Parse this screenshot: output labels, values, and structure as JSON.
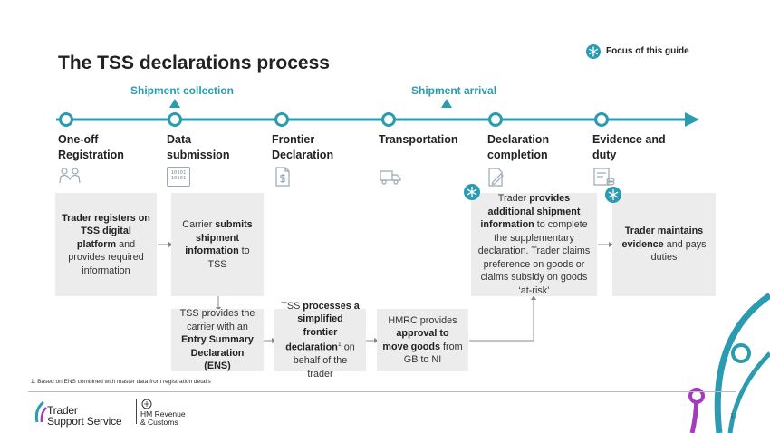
{
  "title": "The TSS declarations process",
  "legend": {
    "focus_label": "Focus of this guide"
  },
  "markers": {
    "collection": "Shipment collection",
    "arrival": "Shipment arrival"
  },
  "stages": [
    {
      "line1": "One-off",
      "line2": "Registration"
    },
    {
      "line1": "Data",
      "line2": "submission"
    },
    {
      "line1": "Frontier",
      "line2": "Declaration"
    },
    {
      "line1": "Transportation",
      "line2": ""
    },
    {
      "line1": "Declaration",
      "line2": "completion"
    },
    {
      "line1": "Evidence and",
      "line2": "duty"
    }
  ],
  "boxes": {
    "registration": {
      "b1": "Trader registers on TSS digital platform",
      "t1": " and provides required information"
    },
    "data_submission": {
      "t0": "Carrier ",
      "b1": "submits shipment information",
      "t1": " to TSS"
    },
    "declaration_completion": {
      "t0": "Trader ",
      "b1": "provides additional shipment information",
      "t1": " to complete the supplementary declaration. Trader claims preference on goods or claims subsidy on goods ‘at-risk’"
    },
    "evidence": {
      "b1": "Trader maintains evidence",
      "t1": " and pays duties"
    },
    "ens": {
      "t0": "TSS provides the carrier with an ",
      "b1": "Entry Summary Declaration (ENS)"
    },
    "frontier": {
      "t0": "TSS ",
      "b1": "processes a simplified frontier declaration",
      "sup": "1",
      "t1": " on behalf of the trader"
    },
    "hmrc": {
      "t0": "HMRC provides ",
      "b1": "approval to move goods",
      "t1": " from GB to NI"
    }
  },
  "icons": {
    "data_icon_text": "10101\n10101"
  },
  "footnote": "1.    Based on ENS combined with master data from registration details",
  "logos": {
    "tss_line1": "Trader",
    "tss_line2": "Support Service",
    "hmrc_line1": "HM Revenue",
    "hmrc_line2": "& Customs"
  },
  "page_number": "1",
  "colors": {
    "teal": "#2a9bb0",
    "purple": "#a23cbc",
    "box_gray": "#ececec"
  }
}
